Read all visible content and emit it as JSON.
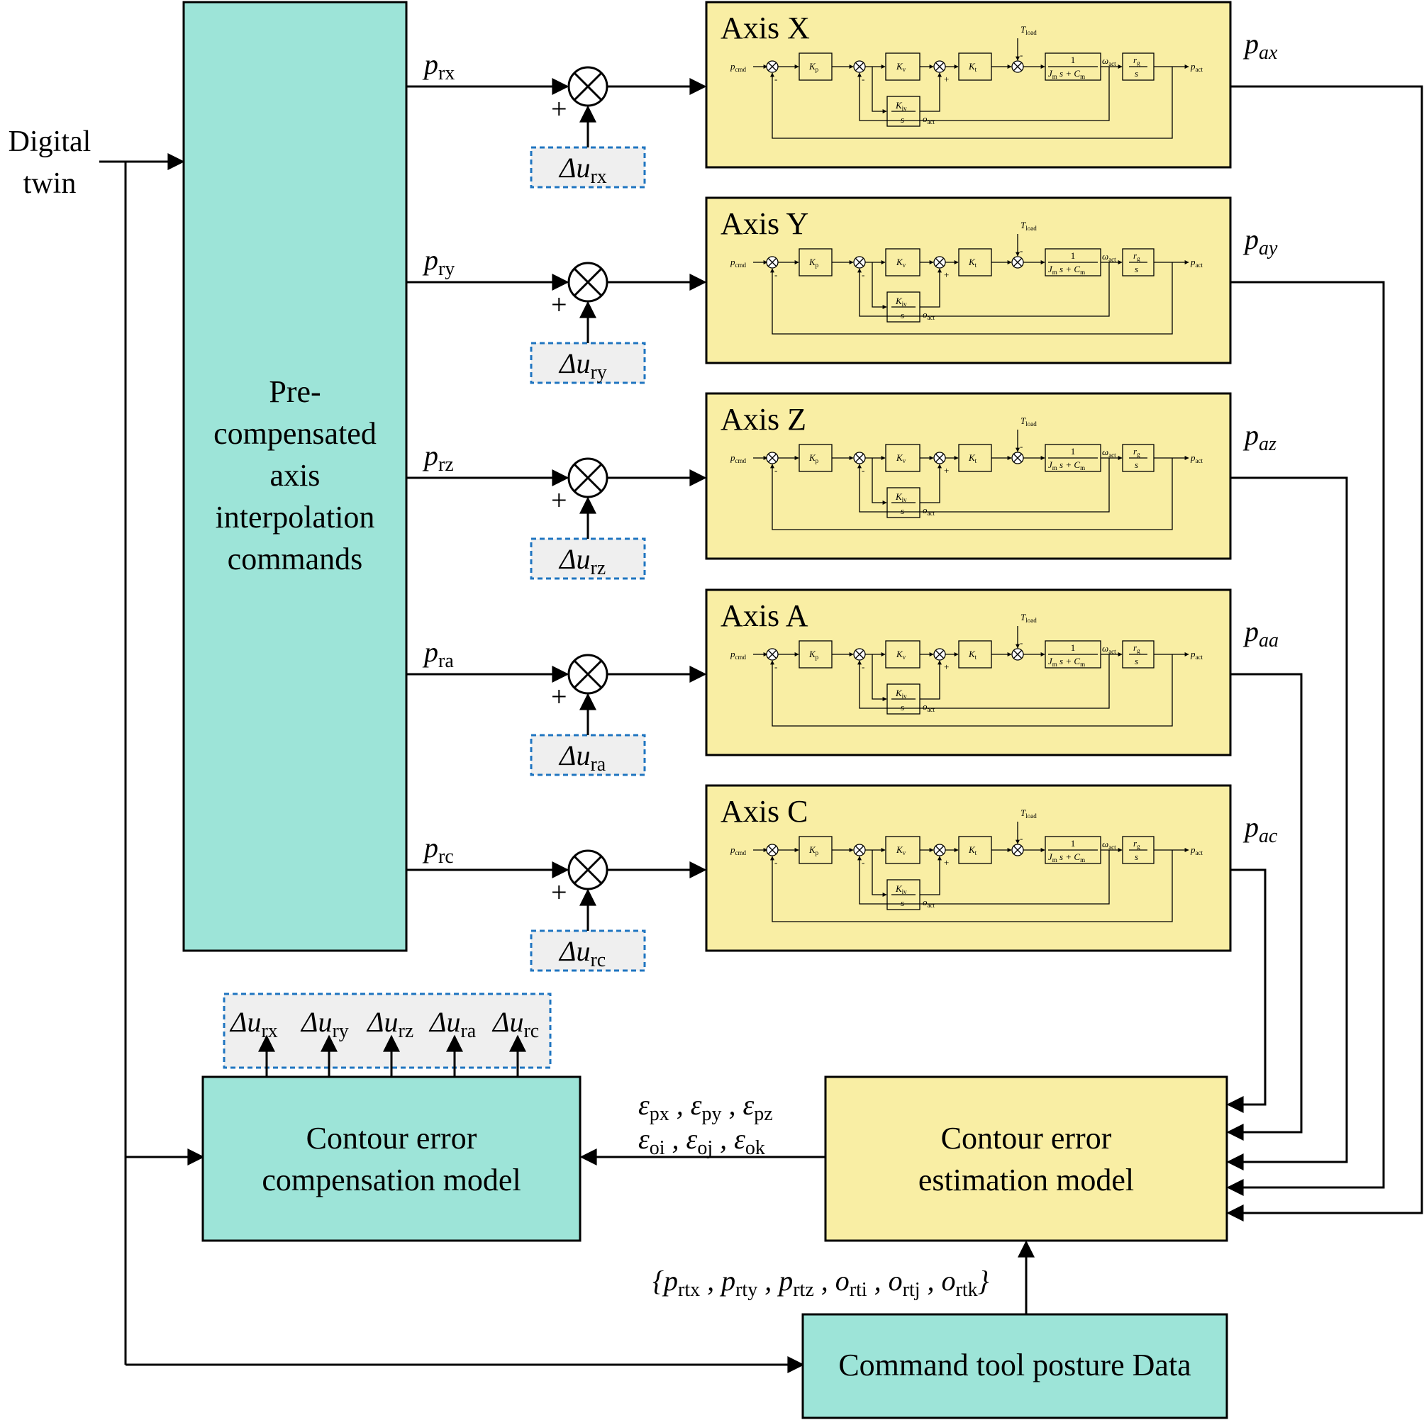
{
  "input": {
    "line1": "Digital",
    "line2": "twin"
  },
  "precomp_block": {
    "lines": [
      "Pre-",
      "compensated",
      "axis",
      "interpolation",
      "commands"
    ]
  },
  "plus_sign": "+",
  "axes": [
    {
      "title": "Axis X",
      "ref_main": "p",
      "ref_sub": "rx",
      "du_main": "Δu",
      "du_sub": "rx",
      "out_main": "p",
      "out_sub": "ax"
    },
    {
      "title": "Axis Y",
      "ref_main": "p",
      "ref_sub": "ry",
      "du_main": "Δu",
      "du_sub": "ry",
      "out_main": "p",
      "out_sub": "ay"
    },
    {
      "title": "Axis Z",
      "ref_main": "p",
      "ref_sub": "rz",
      "du_main": "Δu",
      "du_sub": "rz",
      "out_main": "p",
      "out_sub": "az"
    },
    {
      "title": "Axis A",
      "ref_main": "p",
      "ref_sub": "ra",
      "du_main": "Δu",
      "du_sub": "ra",
      "out_main": "p",
      "out_sub": "aa"
    },
    {
      "title": "Axis C",
      "ref_main": "p",
      "ref_sub": "rc",
      "du_main": "Δu",
      "du_sub": "rc",
      "out_main": "p",
      "out_sub": "ac"
    }
  ],
  "servo_loop": {
    "p_cmd_main": "p",
    "p_cmd_sub": "cmd",
    "kp_main": "K",
    "kp_sub": "p",
    "kv_main": "K",
    "kv_sub": "v",
    "kiv_main": "K",
    "kiv_sub": "iv",
    "kiv_den": "s",
    "kt_main": "K",
    "kt_sub": "t",
    "tload_main": "T",
    "tload_sub": "load",
    "plant_num": "1",
    "plant_jm": "J",
    "plant_jm_sub": "m",
    "plant_s": "s + ",
    "plant_cm": "C",
    "plant_cm_sub": "m",
    "omega_main": "ω",
    "omega_sub": "act",
    "rg_main": "r",
    "rg_sub": "g",
    "rg_den": "s",
    "oact_main": "o",
    "oact_sub": "act",
    "pact_main": "p",
    "pact_sub": "act",
    "minus": "-",
    "plus": "+"
  },
  "comp_outputs": [
    {
      "main": "Δu",
      "sub": "rx"
    },
    {
      "main": "Δu",
      "sub": "ry"
    },
    {
      "main": "Δu",
      "sub": "rz"
    },
    {
      "main": "Δu",
      "sub": "ra"
    },
    {
      "main": "Δu",
      "sub": "rc"
    }
  ],
  "compensation_block": {
    "line1": "Contour error",
    "line2": "compensation model"
  },
  "estimation_block": {
    "line1": "Contour error",
    "line2": "estimation model"
  },
  "error_signals": {
    "line1": [
      {
        "main": "ε",
        "sub": "px"
      },
      {
        "main": "ε",
        "sub": "py"
      },
      {
        "main": "ε",
        "sub": "pz"
      }
    ],
    "line2": [
      {
        "main": "ε",
        "sub": "oi"
      },
      {
        "main": "ε",
        "sub": "oj"
      },
      {
        "main": "ε",
        "sub": "ok"
      }
    ],
    "separator": " , "
  },
  "posture_signals": {
    "open": "{",
    "close": "}",
    "separator": " , ",
    "items": [
      {
        "main": "p",
        "sub": "rtx"
      },
      {
        "main": "p",
        "sub": "rty"
      },
      {
        "main": "p",
        "sub": "rtz"
      },
      {
        "main": "o",
        "sub": "rti"
      },
      {
        "main": "o",
        "sub": "rtj"
      },
      {
        "main": "o",
        "sub": "rtk"
      }
    ]
  },
  "command_block": {
    "label": "Command tool posture Data"
  },
  "colors": {
    "teal": "#9de4d8",
    "yellow": "#f9eea4",
    "dashed_border": "#1f75c0",
    "dashed_fill": "#efefef"
  }
}
